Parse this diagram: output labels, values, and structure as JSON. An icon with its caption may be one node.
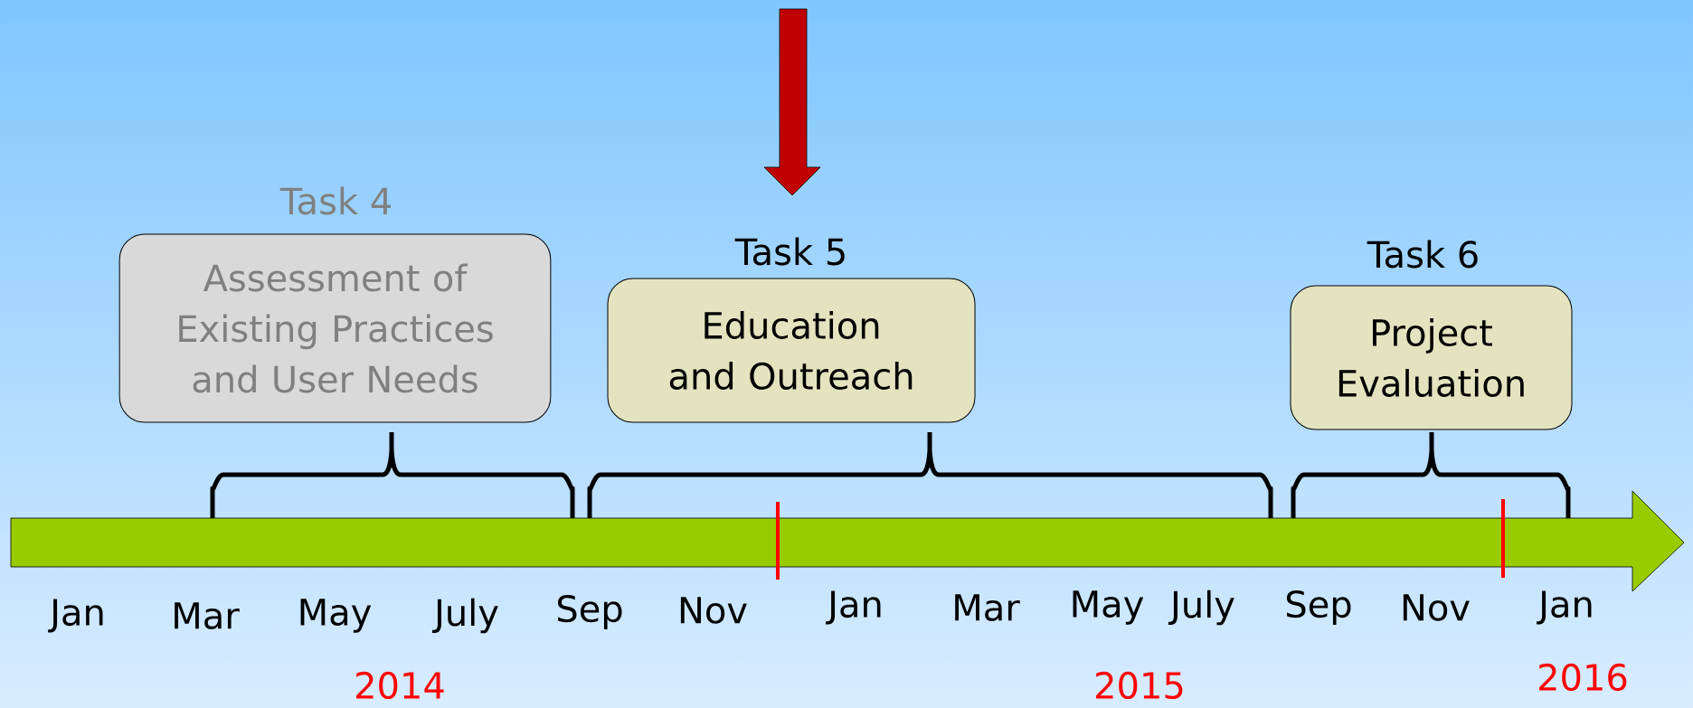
{
  "diagram": {
    "nodes": [
      {
        "text": [
          "Task 4",
          "Assessment of Existing Practices and User Needs"
        ]
      },
      {
        "text": [
          "Task 5",
          "Education and Outreach"
        ]
      },
      {
        "text": [
          "Task 6",
          "Project Evaluation"
        ]
      }
    ],
    "labels": [
      "Jan",
      "Mar",
      "May",
      "July",
      "Sep",
      "Nov",
      "Jan",
      "Mar",
      "May",
      "July",
      "Sep",
      "Nov",
      "Jan",
      "2014",
      "2015",
      "2016"
    ]
  }
}
